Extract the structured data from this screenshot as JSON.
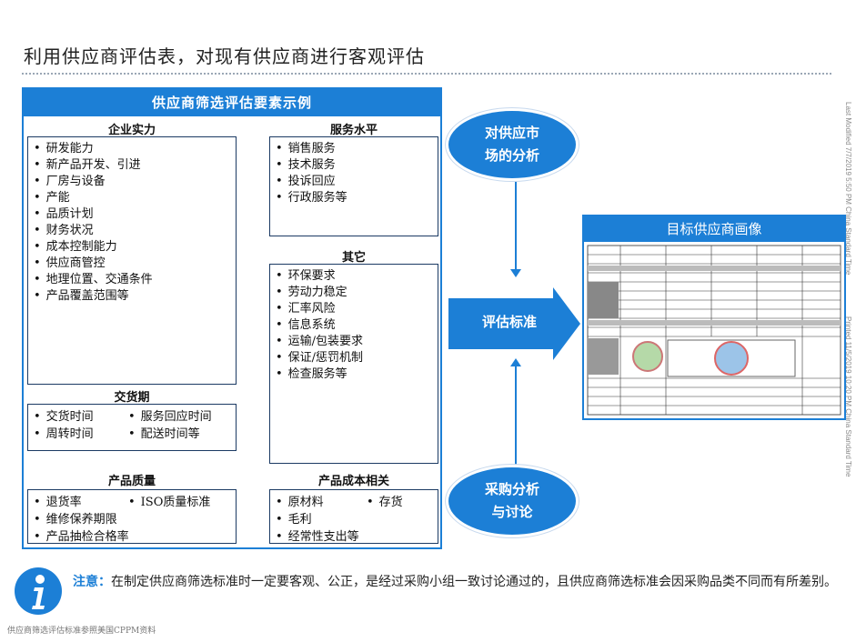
{
  "title": "利用供应商评估表，对现有供应商进行客观评估",
  "main_box": {
    "header": "供应商筛选评估要素示例",
    "enterprise": {
      "heading": "企业实力",
      "items": [
        "研发能力",
        "新产品开发、引进",
        "厂房与设备",
        "产能",
        "品质计划",
        "财务状况",
        "成本控制能力",
        "供应商管控",
        "地理位置、交通条件",
        "产品覆盖范围等"
      ]
    },
    "service": {
      "heading": "服务水平",
      "items": [
        "销售服务",
        "技术服务",
        "投诉回应",
        "行政服务等"
      ]
    },
    "other": {
      "heading": "其它",
      "items": [
        "环保要求",
        "劳动力稳定",
        "汇率风险",
        "信息系统",
        "运输/包装要求",
        "保证/惩罚机制",
        "检查服务等"
      ]
    },
    "delivery": {
      "heading": "交货期",
      "items": [
        "交货时间",
        "服务回应时间",
        "周转时间",
        "配送时间等"
      ]
    },
    "quality": {
      "heading": "产品质量",
      "items": [
        "退货率",
        "ISO质量标准",
        "维修保养期限",
        "",
        "产品抽检合格率",
        ""
      ]
    },
    "cost": {
      "heading": "产品成本相关",
      "items": [
        "原材料",
        "存货",
        "毛利",
        "",
        "经常性支出等",
        ""
      ]
    }
  },
  "circle_top": {
    "line1": "对供应市",
    "line2": "场的分析"
  },
  "arrow_label": "评估标准",
  "circle_bottom": {
    "line1": "采购分析",
    "line2": "与讨论"
  },
  "target": {
    "header": "目标供应商画像"
  },
  "side_text_1": "Last Modified 7/7/2019 5:50 PM China Standard Time",
  "side_text_2": "Printed 11/5/2019 10:20 PM China Standard Time",
  "note": {
    "label": "注意：",
    "text": "在制定供应商筛选标准时一定要客观、公正，是经过采购小组一致讨论通过的，且供应商筛选标准会因采购品类不同而有所差别。"
  },
  "footer": "供应商筛选评估标准参照美国CPPM资料",
  "colors": {
    "accent": "#1c7fd6",
    "border_dark": "#1b3a63"
  }
}
